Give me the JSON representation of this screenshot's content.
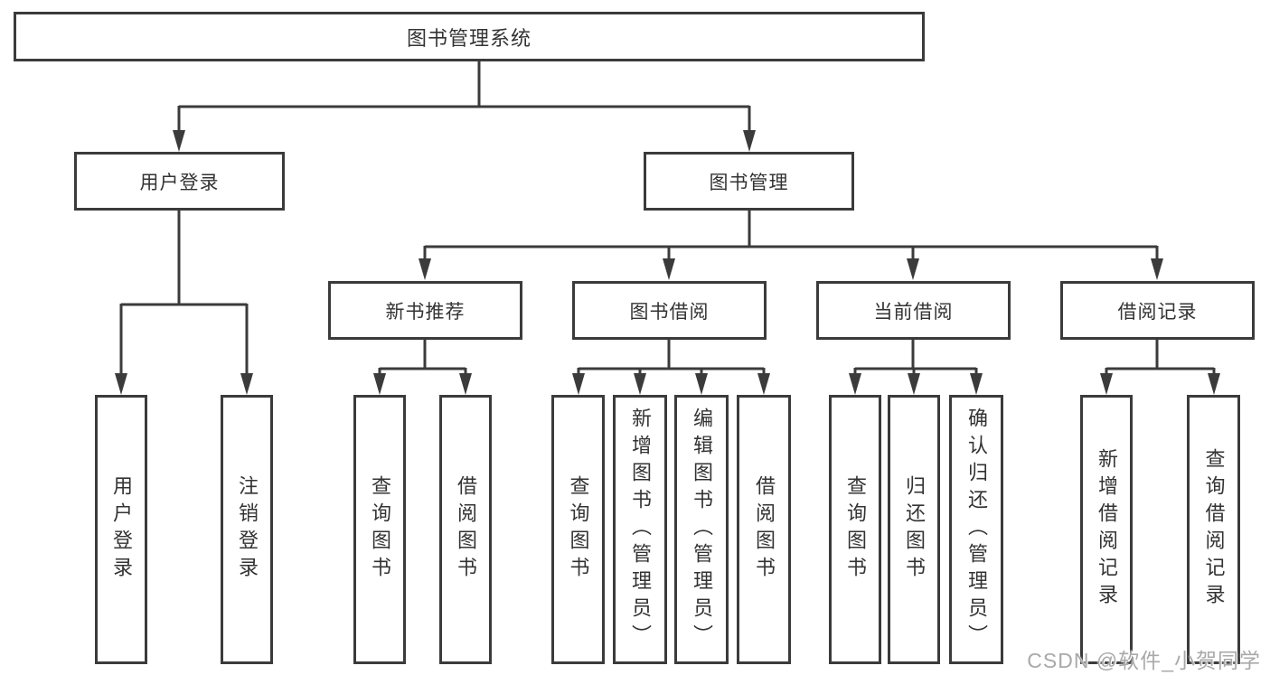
{
  "colors": {
    "line": "#3b3b3b",
    "text": "#333333",
    "background": "#ffffff",
    "watermark": "#a9a9a9"
  },
  "diagram": {
    "root": {
      "label": "图书管理系统"
    },
    "branches": [
      {
        "label": "用户登录",
        "leaves": [
          {
            "label": "用户登录"
          },
          {
            "label": "注销登录"
          }
        ]
      },
      {
        "label": "图书管理",
        "groups": [
          {
            "label": "新书推荐",
            "leaves": [
              {
                "label": "查询图书"
              },
              {
                "label": "借阅图书"
              }
            ]
          },
          {
            "label": "图书借阅",
            "leaves": [
              {
                "label": "查询图书"
              },
              {
                "label": "新增图书（管理员）"
              },
              {
                "label": "编辑图书（管理员）"
              },
              {
                "label": "借阅图书"
              }
            ]
          },
          {
            "label": "当前借阅",
            "leaves": [
              {
                "label": "查询图书"
              },
              {
                "label": "归还图书"
              },
              {
                "label": "确认归还（管理员）"
              }
            ]
          },
          {
            "label": "借阅记录",
            "leaves": [
              {
                "label": "新增借阅记录"
              },
              {
                "label": "查询借阅记录"
              }
            ]
          }
        ]
      }
    ]
  },
  "watermark": {
    "text": "CSDN @软件_小贺同学"
  }
}
